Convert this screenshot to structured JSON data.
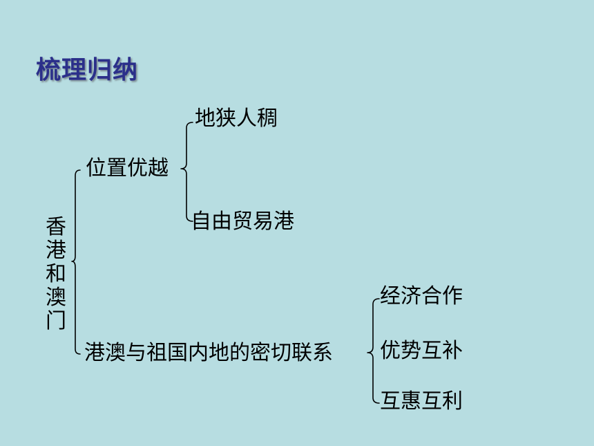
{
  "title": "梳理归纳",
  "root": {
    "chars": [
      "香",
      "港",
      "和",
      "澳",
      "门"
    ]
  },
  "branches": {
    "location": {
      "label": "位置优越",
      "children": [
        "地狭人稠",
        "自由贸易港"
      ]
    },
    "relations": {
      "label": "港澳与祖国内地的密切联系",
      "children": [
        "经济合作",
        "优势互补",
        "互惠互利"
      ]
    }
  }
}
